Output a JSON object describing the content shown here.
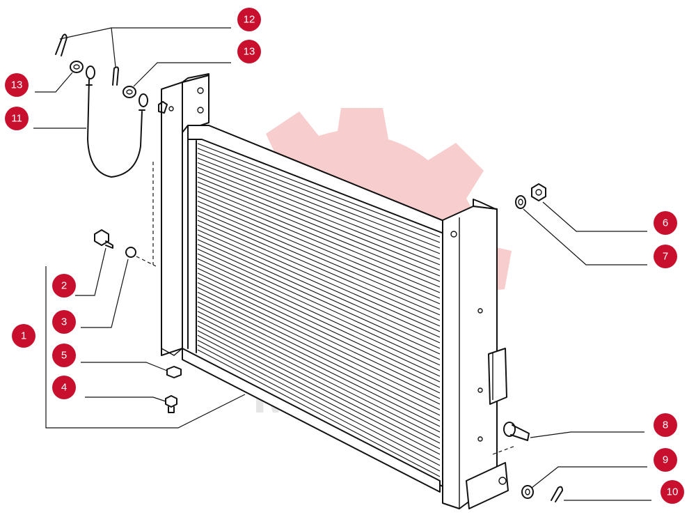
{
  "watermark": {
    "color": "#f2b8b8",
    "gray_color": "#d9d9d9",
    "icon": "gear-watermark-icon"
  },
  "callout_color": "#c8102e",
  "callouts": [
    {
      "id": "c1",
      "label": "1"
    },
    {
      "id": "c2",
      "label": "2"
    },
    {
      "id": "c3",
      "label": "3"
    },
    {
      "id": "c4",
      "label": "4"
    },
    {
      "id": "c5",
      "label": "5"
    },
    {
      "id": "c6",
      "label": "6"
    },
    {
      "id": "c7",
      "label": "7"
    },
    {
      "id": "c8",
      "label": "8"
    },
    {
      "id": "c9",
      "label": "9"
    },
    {
      "id": "c10",
      "label": "10"
    },
    {
      "id": "c11",
      "label": "11"
    },
    {
      "id": "c12",
      "label": "12"
    },
    {
      "id": "c13a",
      "label": "13"
    },
    {
      "id": "c13b",
      "label": "13"
    }
  ]
}
